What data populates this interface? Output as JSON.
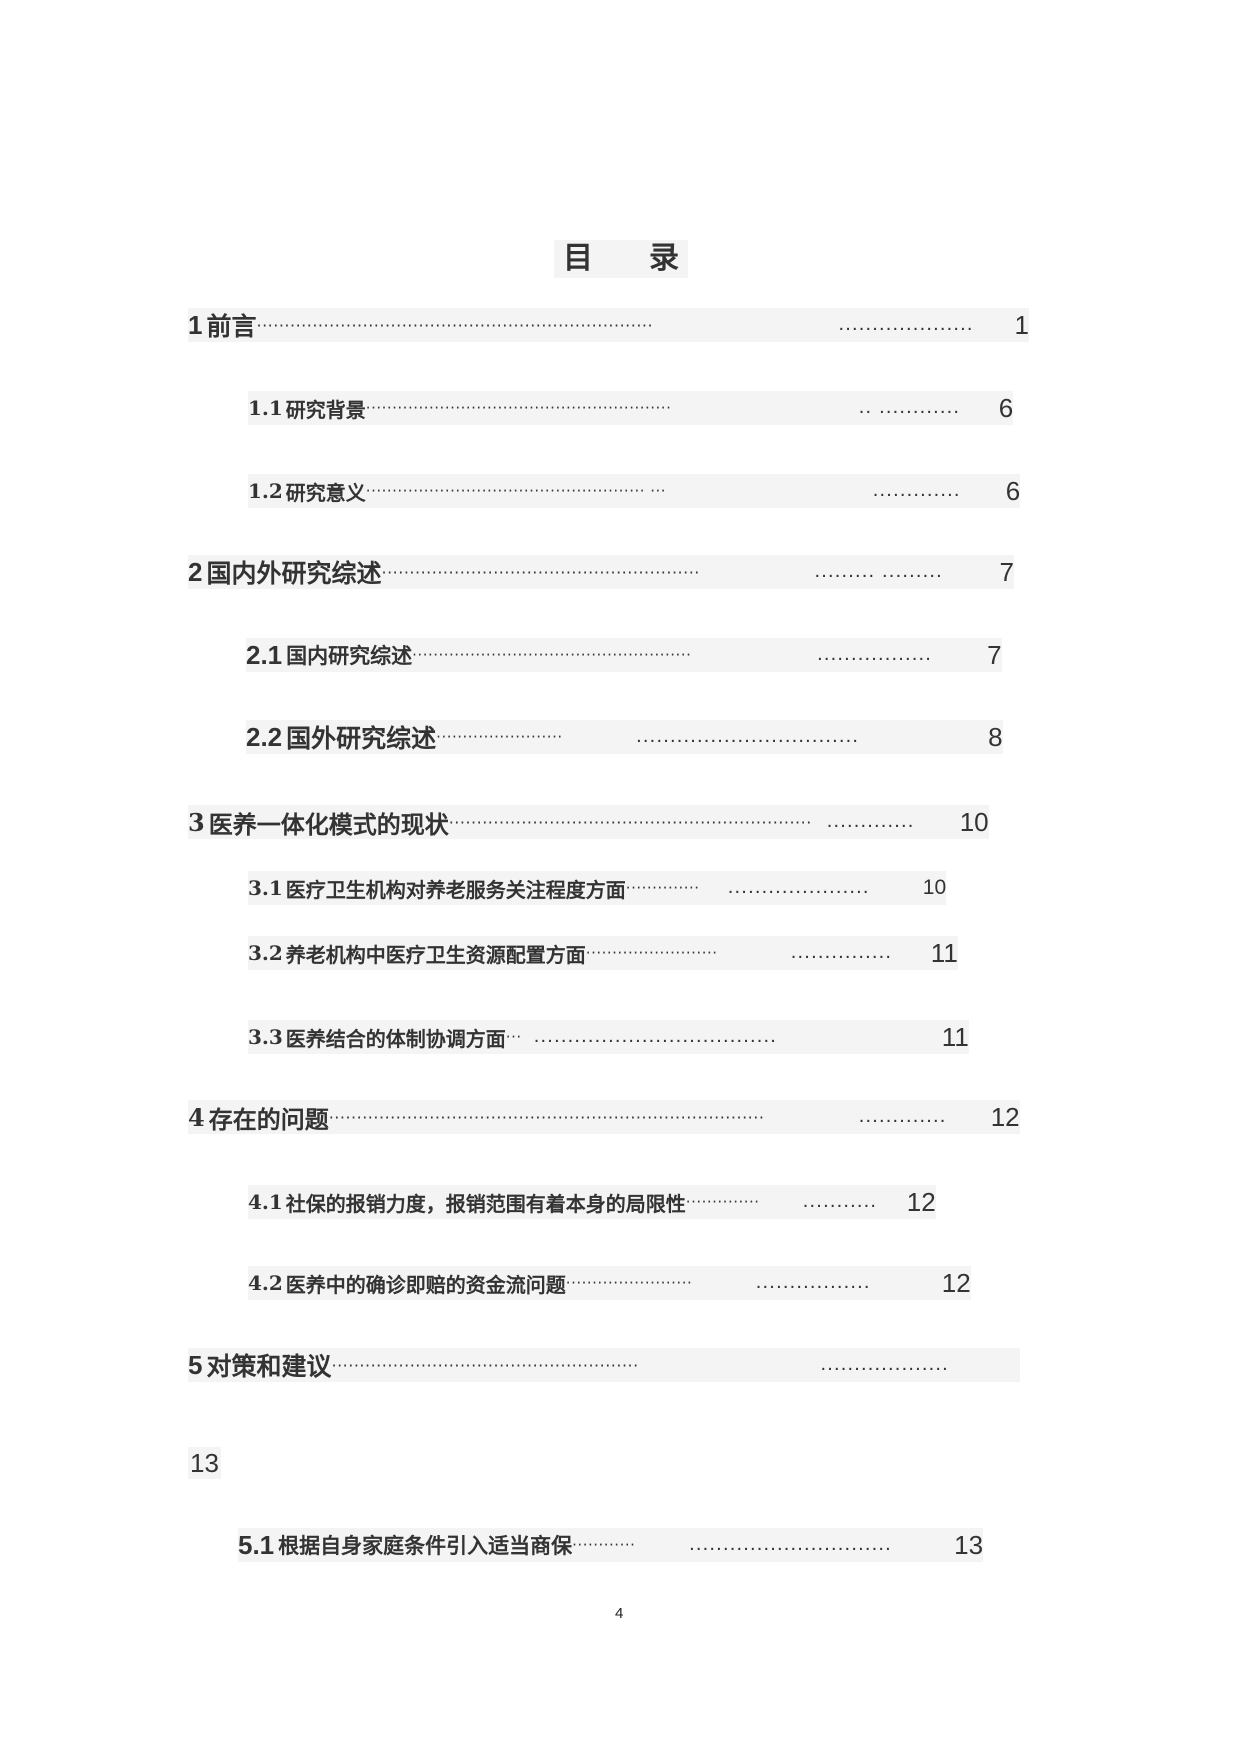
{
  "document": {
    "title_chars": [
      "目",
      "录"
    ],
    "page_number": "4",
    "toc": [
      {
        "num": "1",
        "text": "前言",
        "leader_a": "·······································································",
        "leader_b": "....................",
        "page": "1"
      },
      {
        "num": "1.1",
        "text": "研究背景",
        "leader_a": "··························································",
        "leader_b": ".. ............",
        "page": "6"
      },
      {
        "num": "1.2",
        "text": "研究意义",
        "leader_a": "·····················································   ···",
        "leader_b": ".............",
        "page": "6"
      },
      {
        "num": "2",
        "text": "国内外研究综述",
        "leader_a": "·························································",
        "leader_b": "......... .........",
        "page": "7"
      },
      {
        "num": "2.1",
        "text": "国内研究综述",
        "leader_a": "·····················································",
        "leader_b": ".................",
        "page": "7"
      },
      {
        "num": "2.2",
        "text": "国外研究综述",
        "leader_a": "························",
        "leader_b": ".................................",
        "page": "8"
      },
      {
        "num": "3",
        "text": "医养一体化模式的现状",
        "leader_a": "·································································",
        "leader_b": ".............",
        "page": "10"
      },
      {
        "num": "3.1",
        "text": "医疗卫生机构对养老服务关注程度方面",
        "leader_a": "··············",
        "leader_b": ".....................",
        "page": "10"
      },
      {
        "num": "3.2",
        "text": "养老机构中医疗卫生资源配置方面",
        "leader_a": "·························",
        "leader_b": "...............",
        "page": "11"
      },
      {
        "num": "3.3",
        "text": "医养结合的体制协调方面",
        "leader_a": "···",
        "leader_b": "....................................",
        "page": "11"
      },
      {
        "num": "4",
        "text": "存在的问题",
        "leader_a": "··············································································",
        "leader_b": ".............",
        "page": "12"
      },
      {
        "num": "4.1",
        "text": "社保的报销力度，报销范围有着本身的局限性",
        "leader_a": "··············",
        "leader_b": "...........",
        "page": "12"
      },
      {
        "num": "4.2",
        "text": "医养中的确诊即赔的资金流问题",
        "leader_a": "························",
        "leader_b": ".................",
        "page": "12"
      },
      {
        "num": "5",
        "text": "对策和建议",
        "leader_a": "·······················································",
        "leader_b": "...................",
        "page": ""
      },
      {
        "num": "5.1",
        "text": "根据自身家庭条件引入适当商保",
        "leader_a": "············",
        "leader_b": "..............................",
        "page": "13"
      }
    ],
    "wrapped_page_for_5": "13"
  }
}
